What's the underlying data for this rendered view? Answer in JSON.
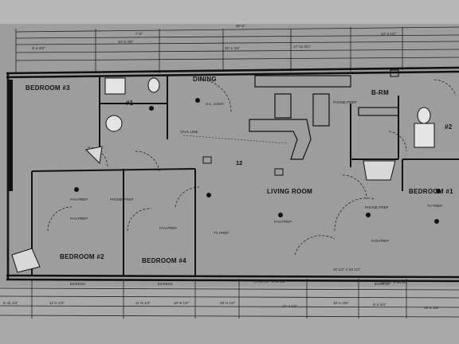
{
  "rooms": {
    "bedroom3": "BEDROOM #3",
    "dining": "DINING",
    "bath1": "#1",
    "bath2": "#2",
    "b_rm": "B-RM",
    "living": "LIVING ROOM",
    "bedroom1": "BEDROOM #1",
    "bedroom2": "BEDROOM #2",
    "bedroom4": "BEDROOM #4"
  },
  "dimensions": {
    "overall_top": "66'-6\"",
    "top_a": "7'-5\"",
    "top_b": "10'-6 7/8\"",
    "top_c": "20'-1 3/4\"",
    "top_d": "17'-11 3/4\"",
    "top_e": "12'-3 1/2\"",
    "top_f": "6'-4 3/4\"",
    "bot_a": "5'-11 1/2\"",
    "bot_b": "11'-0 1/2\"",
    "bot_c": "11'-8 1/2\"",
    "bot_d": "10'-6 1/2\"",
    "bot_e": "28'-0 1/2\"",
    "bot_f": "17'-4 1/2\"",
    "bot_g": "15'-1 1/8\"",
    "bot_h": "6'-4 3/4\"",
    "bot_i": "10'-1 1/2\"",
    "mid_a": "(7) 28 1/2\" X 60 1/2\"",
    "mid_b": "28 1/2\" X 60 1/2\"",
    "mid_c": "26 1/2\" X 60 1/2\""
  },
  "notes": {
    "fan_prep": "FAN PREP",
    "phone_prep": "PHONE PREP",
    "tv_prep": "TV PREP",
    "ol_light": "O.L. LIGHT",
    "vaul_line": "VAUL LINE",
    "egress": "EGRESS",
    "marker": "12"
  },
  "colors": {
    "paper": "#9d9d9d",
    "ink": "#1a1a1a"
  }
}
